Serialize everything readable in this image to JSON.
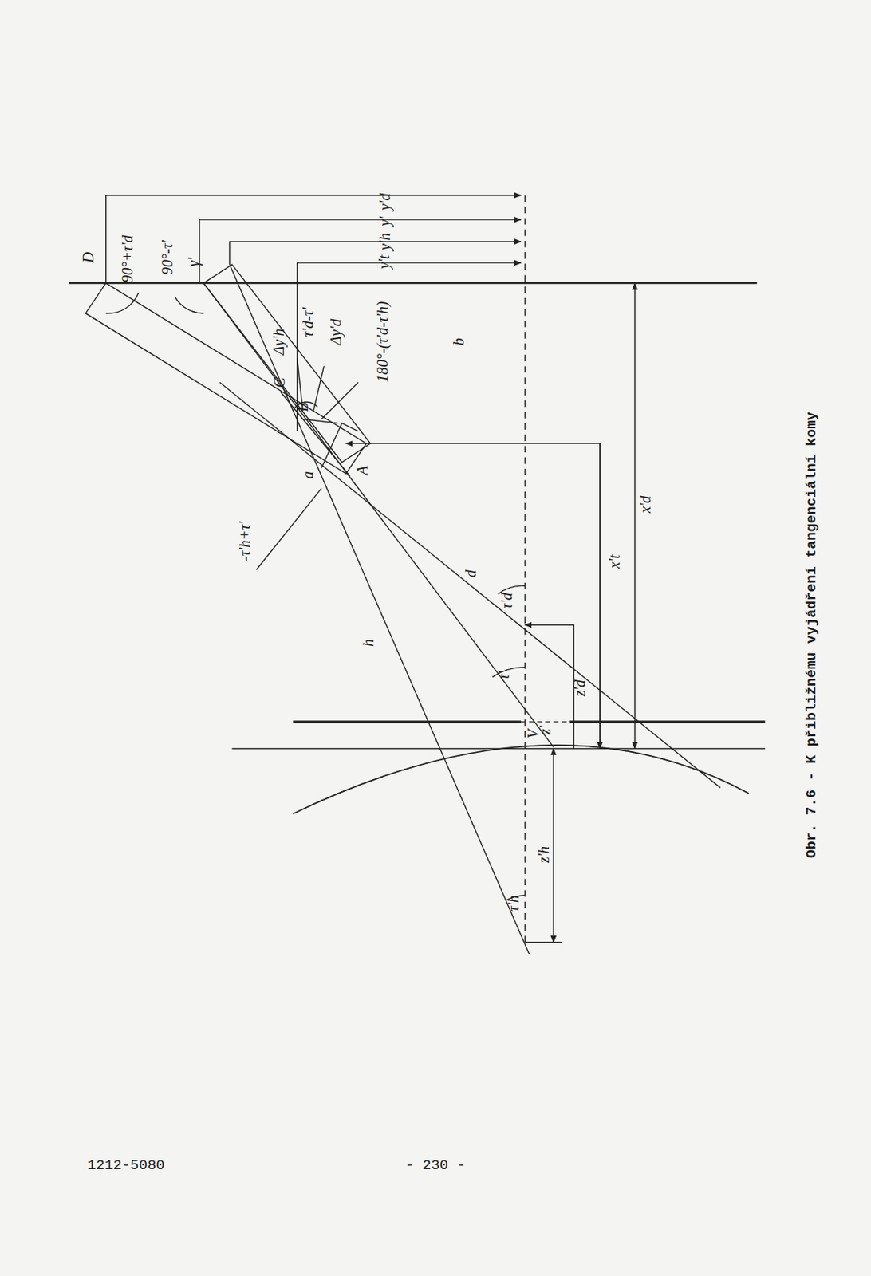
{
  "diagram": {
    "caption": "Obr. 7.6 - K přibližnému vyjádření tangenciální komy",
    "labels": [
      "D",
      "90°+τ'd",
      "90°-τ'",
      "γ'",
      "y'd",
      "y'",
      "y'h",
      "y't",
      "τ'd-τ'",
      "Δy'd",
      "180°-(τ'd-τ'h)",
      "Δy'h",
      "C",
      "B",
      "A",
      "a",
      "b",
      "-τ'h+τ'",
      "d",
      "τ'd",
      "h",
      "τ'",
      "V",
      "z'",
      "z'd",
      "x't",
      "x'd",
      "z'h",
      "τ'h",
      "1212-5080",
      "- 230 -"
    ]
  }
}
